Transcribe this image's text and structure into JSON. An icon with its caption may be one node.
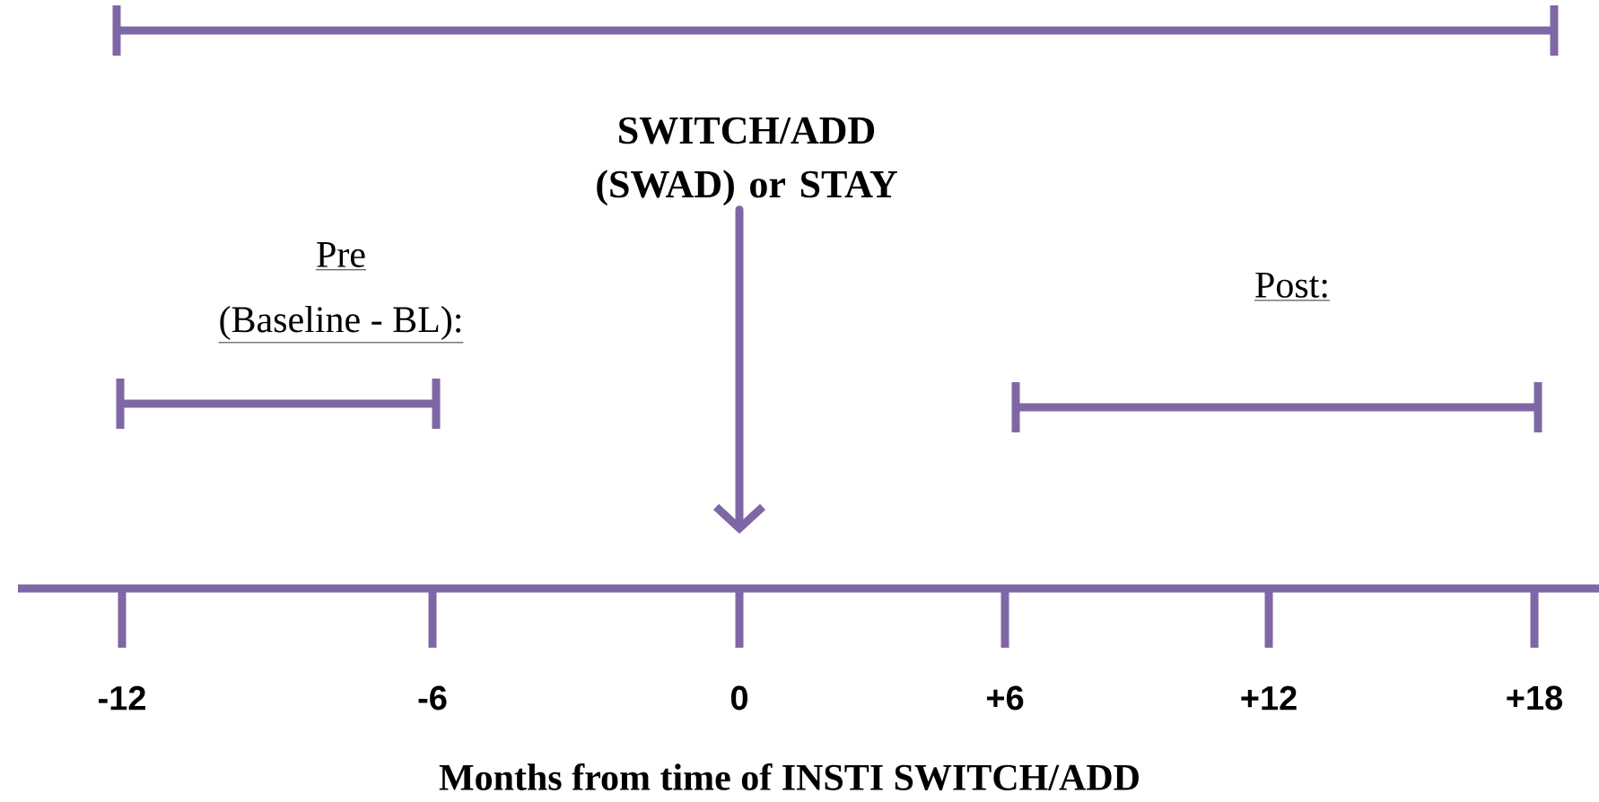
{
  "diagram": {
    "nodes": [
      {
        "text": [
          "SWITCH/ADD (SWAD) or STAY"
        ]
      },
      {
        "text": [],
        "shape": "bar"
      }
    ],
    "edges": [
      {
        "from": 0,
        "to": 1,
        "arrow": "to"
      }
    ],
    "labels": [
      "Pre",
      "(Baseline - BL):",
      "Post:",
      "-12",
      "-6",
      "0",
      "+6",
      "+12",
      "+18",
      "Months from time of INSTI SWITCH/ADD"
    ]
  }
}
